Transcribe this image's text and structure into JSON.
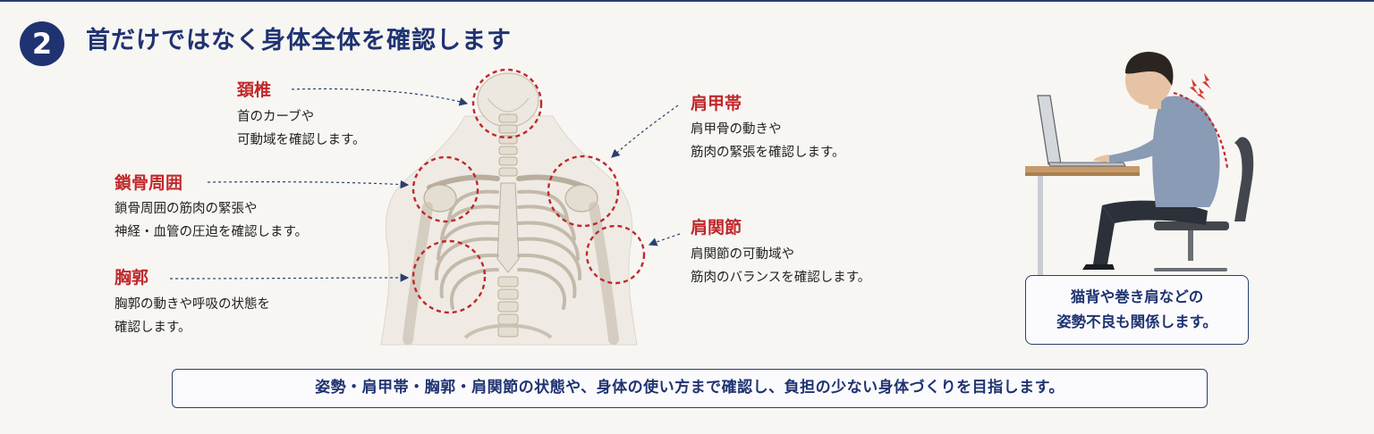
{
  "header": {
    "step_number": "2",
    "title": "首だけではなく身体全体を確認します"
  },
  "sections": {
    "cervical": {
      "label": "頚椎",
      "lines": [
        "首のカーブや",
        "可動域を確認します。"
      ]
    },
    "clavicle": {
      "label": "鎖骨周囲",
      "lines": [
        "鎖骨周囲の筋肉の緊張や",
        "神経・血管の圧迫を確認します。"
      ]
    },
    "thorax": {
      "label": "胸郭",
      "lines": [
        "胸郭の動きや呼吸の状態を",
        "確認します。"
      ]
    },
    "scapula": {
      "label": "肩甲帯",
      "lines": [
        "肩甲骨の動きや",
        "筋肉の緊張を確認します。"
      ]
    },
    "shoulder_joint": {
      "label": "肩関節",
      "lines": [
        "肩関節の可動域や",
        "筋肉のバランスを確認します。"
      ]
    }
  },
  "posture_note": {
    "lines": [
      "猫背や巻き肩などの",
      "姿勢不良も関係します。"
    ]
  },
  "summary": "姿勢・肩甲帯・胸郭・肩関節の状態や、身体の使い方まで確認し、負担の少ない身体づくりを目指します。",
  "icons": {
    "skeleton": "skeleton-illustration",
    "desk_worker": "desk-worker-illustration",
    "pain": "lightning-pain-icon"
  },
  "colors": {
    "navy": "#1f3371",
    "accent_red": "#c0282b"
  }
}
